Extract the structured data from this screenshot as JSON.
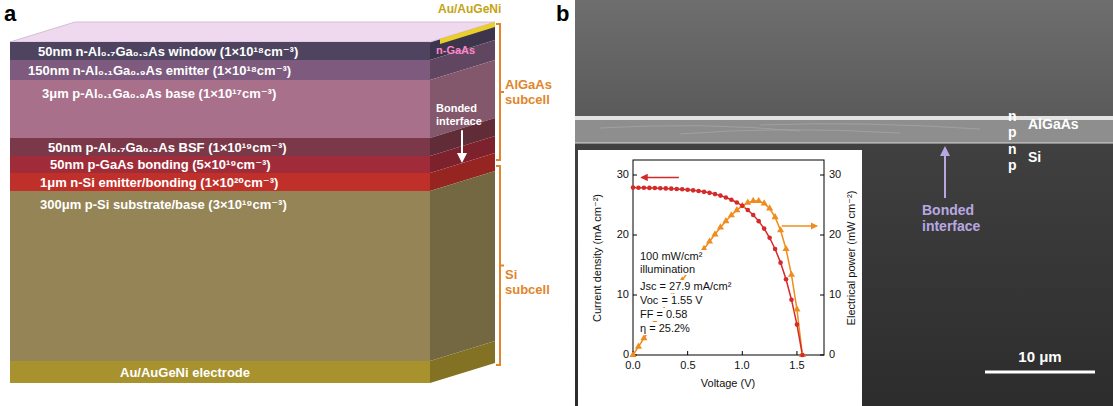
{
  "diagram": {
    "nodes": [
      {
        "text": [
          "50nm n-Al₀.₇Ga₀.₃As window (1×10¹⁸cm⁻³)"
        ]
      },
      {
        "text": [
          "150nm n-Al₀.₁Ga₀.₉As emitter (1×10¹⁸cm⁻³)"
        ]
      },
      {
        "text": [
          "3μm p-Al₀.₁Ga₀.₉As base (1×10¹⁷cm⁻³)"
        ]
      },
      {
        "text": [
          "50nm p-Al₀.₇Ga₀.₃As BSF (1×10¹⁹cm⁻³)"
        ]
      },
      {
        "text": [
          "50nm p-GaAs bonding (5×10¹⁹cm⁻³)"
        ]
      },
      {
        "text": [
          "1μm n-Si emitter/bonding (1×10²⁰cm⁻³)"
        ]
      },
      {
        "text": [
          "300μm p-Si substrate/base (3×10¹⁹cm⁻³)"
        ]
      },
      {
        "text": [
          "Au/AuGeNi electrode"
        ]
      }
    ],
    "labels": [
      "a",
      "Au/AuGeNi",
      "n-GaAs",
      "AlGaAs subcell",
      "Bonded interface",
      "Si subcell",
      "b",
      "n",
      "p",
      "AlGaAs",
      "n",
      "p",
      "Si",
      "Bonded interface",
      "100 mW/cm² illumination",
      "Jsc = 27.9 mA/cm²",
      "Voc = 1.55 V",
      "FF = 0.58",
      "η = 25.2%",
      "Current density (mA cm⁻²)",
      "Electrical power (mW cm⁻²)",
      "Voltage (V)",
      "0",
      "10",
      "20",
      "30",
      "0",
      "10",
      "20",
      "30",
      "0.0",
      "0.5",
      "1.0",
      "1.5",
      "10 μm"
    ]
  }
}
